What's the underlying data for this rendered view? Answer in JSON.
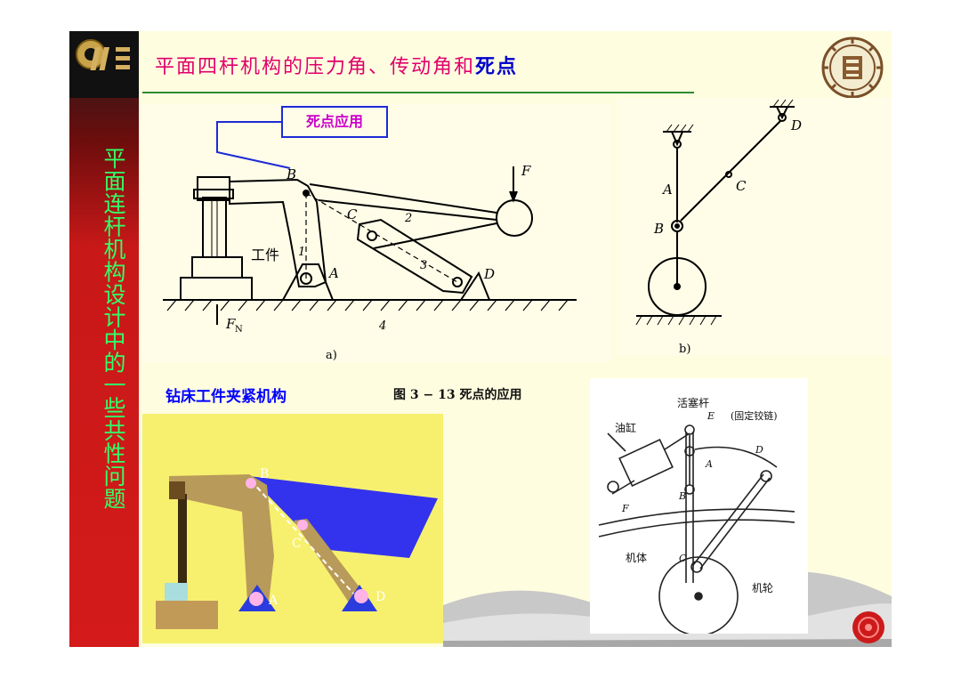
{
  "header": {
    "title_main": "平面四杆机构的压力角、传动角和",
    "title_emphasis": "死点"
  },
  "sidebar": {
    "vertical_title": "平面连杆机构设计中的一些共性问题"
  },
  "callout": {
    "text": "死点应用"
  },
  "figure_a": {
    "labels": {
      "B": "B",
      "C": "C",
      "A": "A",
      "D": "D",
      "F": "F",
      "link1": "1",
      "link2": "2",
      "link3": "3",
      "link4": "4",
      "workpiece": "工件",
      "FN": "F",
      "FN_sub": "N",
      "sub": "a)"
    }
  },
  "figure_b": {
    "labels": {
      "A": "A",
      "B": "B",
      "C": "C",
      "D": "D",
      "sub": "b)"
    }
  },
  "captions": {
    "drill_clamp": "钻床工件夹紧机构",
    "figure": "图 3 − 13   死点的应用"
  },
  "animation": {
    "labels": {
      "B": "B",
      "C": "C",
      "A": "A",
      "D": "D"
    },
    "colors": {
      "background": "#f7f06e",
      "wedge": "#3333ee",
      "lever": "#b89a5a",
      "pivot": "#ffb3e6"
    }
  },
  "landing_gear": {
    "labels": {
      "piston_rod": "活塞杆",
      "cylinder": "油缸",
      "fixed_hinge": "(固定铰链)",
      "body": "机体",
      "wheel": "机轮",
      "E": "E",
      "D": "D",
      "A": "A",
      "B": "B",
      "C": "C",
      "F": "F"
    }
  },
  "colors": {
    "title": "#e0006a",
    "title_emphasis": "#0000cc",
    "vertical_title": "#33ff66",
    "rule": "#2f8a2f",
    "callout_border": "#1d2bd6",
    "callout_text": "#cc00cc",
    "caption": "#0000ff"
  }
}
